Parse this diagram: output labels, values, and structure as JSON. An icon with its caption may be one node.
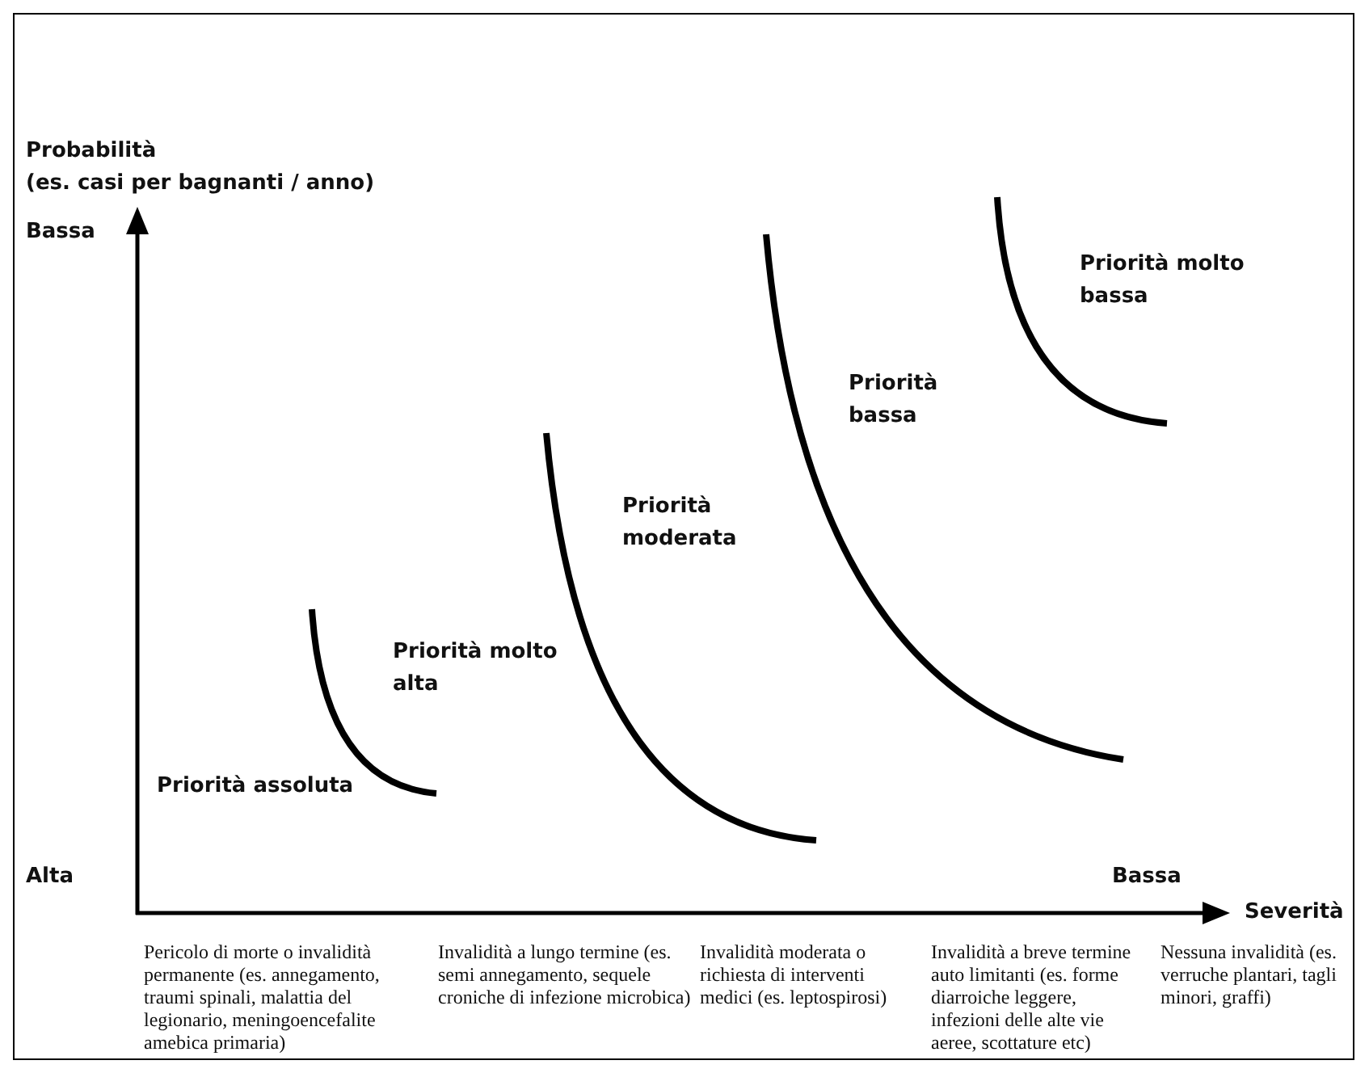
{
  "diagram": {
    "labels": [
      "Probabilità",
      "(es. casi per bagnanti / anno)",
      "Bassa",
      "Priorità molto bassa",
      "Priorità bassa",
      "Priorità moderata",
      "Priorità molto alta",
      "Priorità assoluta",
      "Alta",
      "Bassa",
      "Severità",
      "Pericolo di morte o invalidità permanente (es. annegamento, traumi spinali, malattia del legionario, meningoencefalite amebica primaria)",
      "Invalidità a lungo termine (es. semi annegamento, sequele croniche di infezione microbica)",
      "Invalidità moderata o richiesta di interventi medici (es. leptospirosi)",
      "Invalidità a breve termine auto limitanti (es. forme diarroiche leggere, infezioni delle alte vie aeree, scottature etc)",
      "Nessuna invalidità (es. verruche plantari, tagli minori, graffi)"
    ]
  }
}
